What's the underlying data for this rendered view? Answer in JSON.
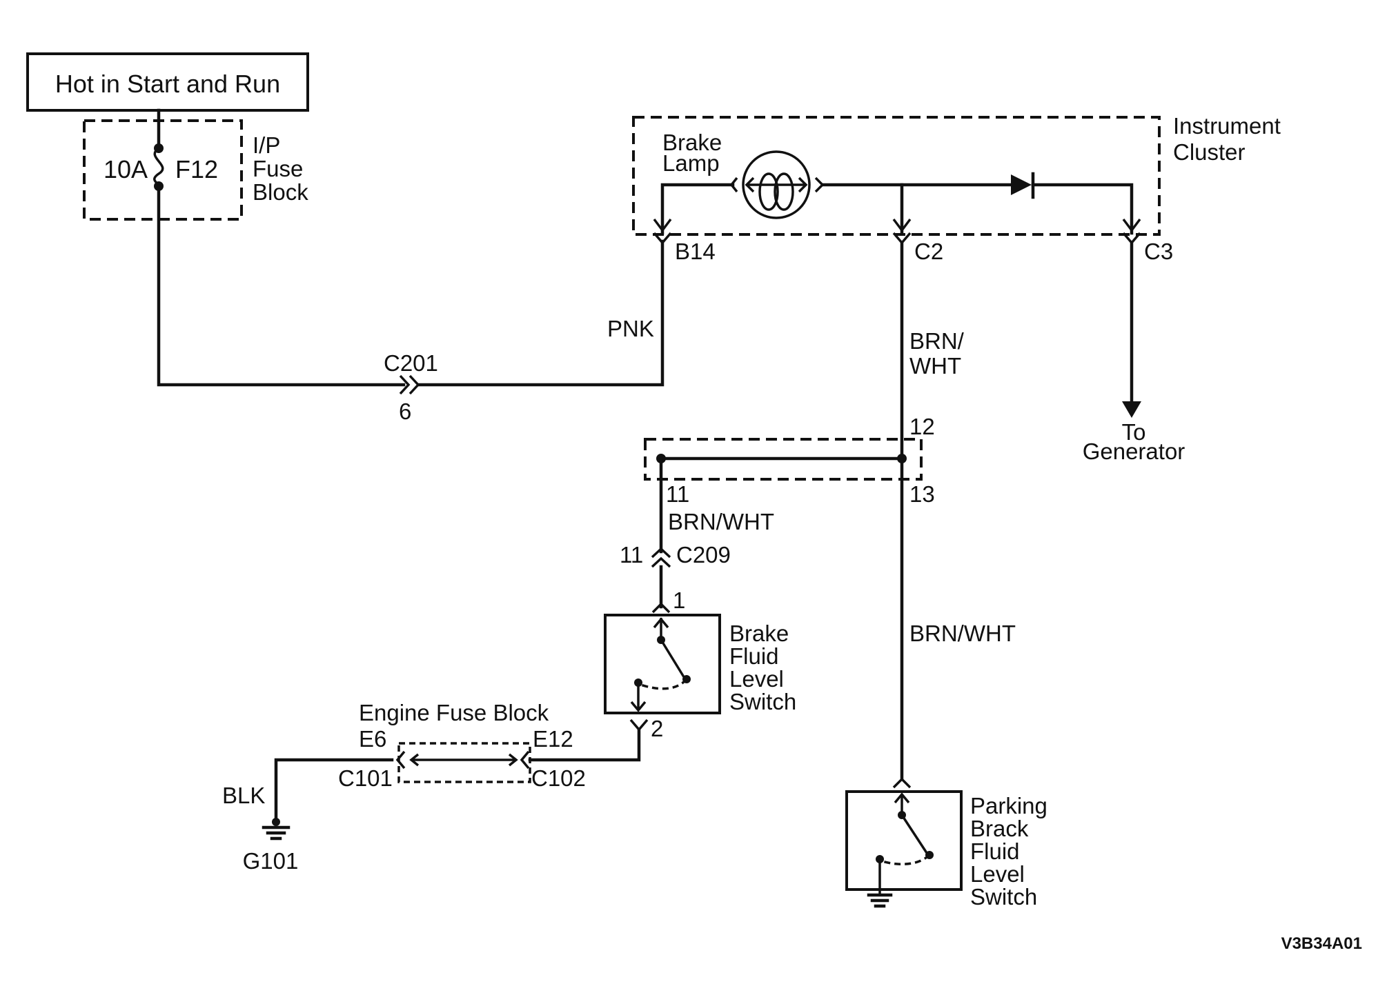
{
  "labels": {
    "power_source": "Hot in Start and Run",
    "fuse_rating": "10A",
    "fuse_id": "F12",
    "ip_fuse_block": [
      "I/P",
      "Fuse",
      "Block"
    ],
    "instrument_cluster": [
      "Instrument",
      "Cluster"
    ],
    "brake_lamp": [
      "Brake",
      "Lamp"
    ],
    "pin_b14": "B14",
    "pin_c2": "C2",
    "pin_c3": "C3",
    "wire_pnk": "PNK",
    "wire_brn_wht_split": [
      "BRN/",
      "WHT"
    ],
    "connector_c201": "C201",
    "pin_6": "6",
    "splice_pin_12": "12",
    "splice_pin_11": "11",
    "splice_pin_13": "13",
    "to_generator": [
      "To",
      "Generator"
    ],
    "wire_brn_wht_left": "BRN/WHT",
    "pin_11_c209": "11",
    "connector_c209": "C209",
    "pin_1": "1",
    "brake_fluid_switch": [
      "Brake",
      "Fluid",
      "Level",
      "Switch"
    ],
    "wire_brn_wht_right": "BRN/WHT",
    "engine_fuse_block": "Engine Fuse Block",
    "pin_e6": "E6",
    "pin_e12": "E12",
    "pin_2": "2",
    "connector_c101": "C101",
    "connector_c102": "C102",
    "wire_blk": "BLK",
    "ground_g101": "G101",
    "parking_switch": [
      "Parking",
      "Brack",
      "Fluid",
      "Level",
      "Switch"
    ],
    "figure_code": "V3B34A01"
  }
}
